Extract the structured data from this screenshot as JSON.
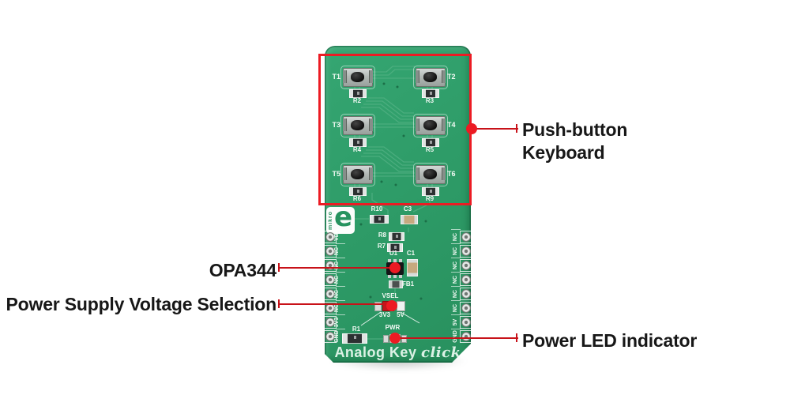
{
  "annotations": {
    "push_button_line1": "Push-button",
    "push_button_line2": "Keyboard",
    "opa344": "OPA344",
    "power_supply": "Power Supply Voltage Selection",
    "power_led": "Power LED indicator"
  },
  "board": {
    "title_main": "Analog Key",
    "title_script": "click",
    "logo_brand": "mikro",
    "logo_letter": "e",
    "buttons": [
      {
        "id": "T1",
        "resistor": "R2"
      },
      {
        "id": "T2",
        "resistor": "R3"
      },
      {
        "id": "T3",
        "resistor": "R4"
      },
      {
        "id": "T4",
        "resistor": "R5"
      },
      {
        "id": "T5",
        "resistor": "R6"
      },
      {
        "id": "T6",
        "resistor": "R9"
      }
    ],
    "components": {
      "r10": "R10",
      "c3": "C3",
      "r8": "R8",
      "r7": "R7",
      "u1": "U1",
      "c1": "C1",
      "fb1": "FB1",
      "vsel": "VSEL",
      "v33": "3V3",
      "v5": "5V",
      "r1": "R1",
      "pwr": "PWR"
    },
    "left_pins": [
      "VD",
      "NC",
      "NC",
      "NC",
      "NC",
      "NC",
      "3V3",
      "GND"
    ],
    "right_pins": [
      "NC",
      "NC",
      "NC",
      "NC",
      "NC",
      "NC",
      "5V",
      "GND"
    ]
  },
  "colors": {
    "board_green": "#2e9c66",
    "annotation_red": "#ec1b23",
    "line_red": "#c81219",
    "silkscreen": "#f3faf5",
    "label_text": "#171717"
  }
}
